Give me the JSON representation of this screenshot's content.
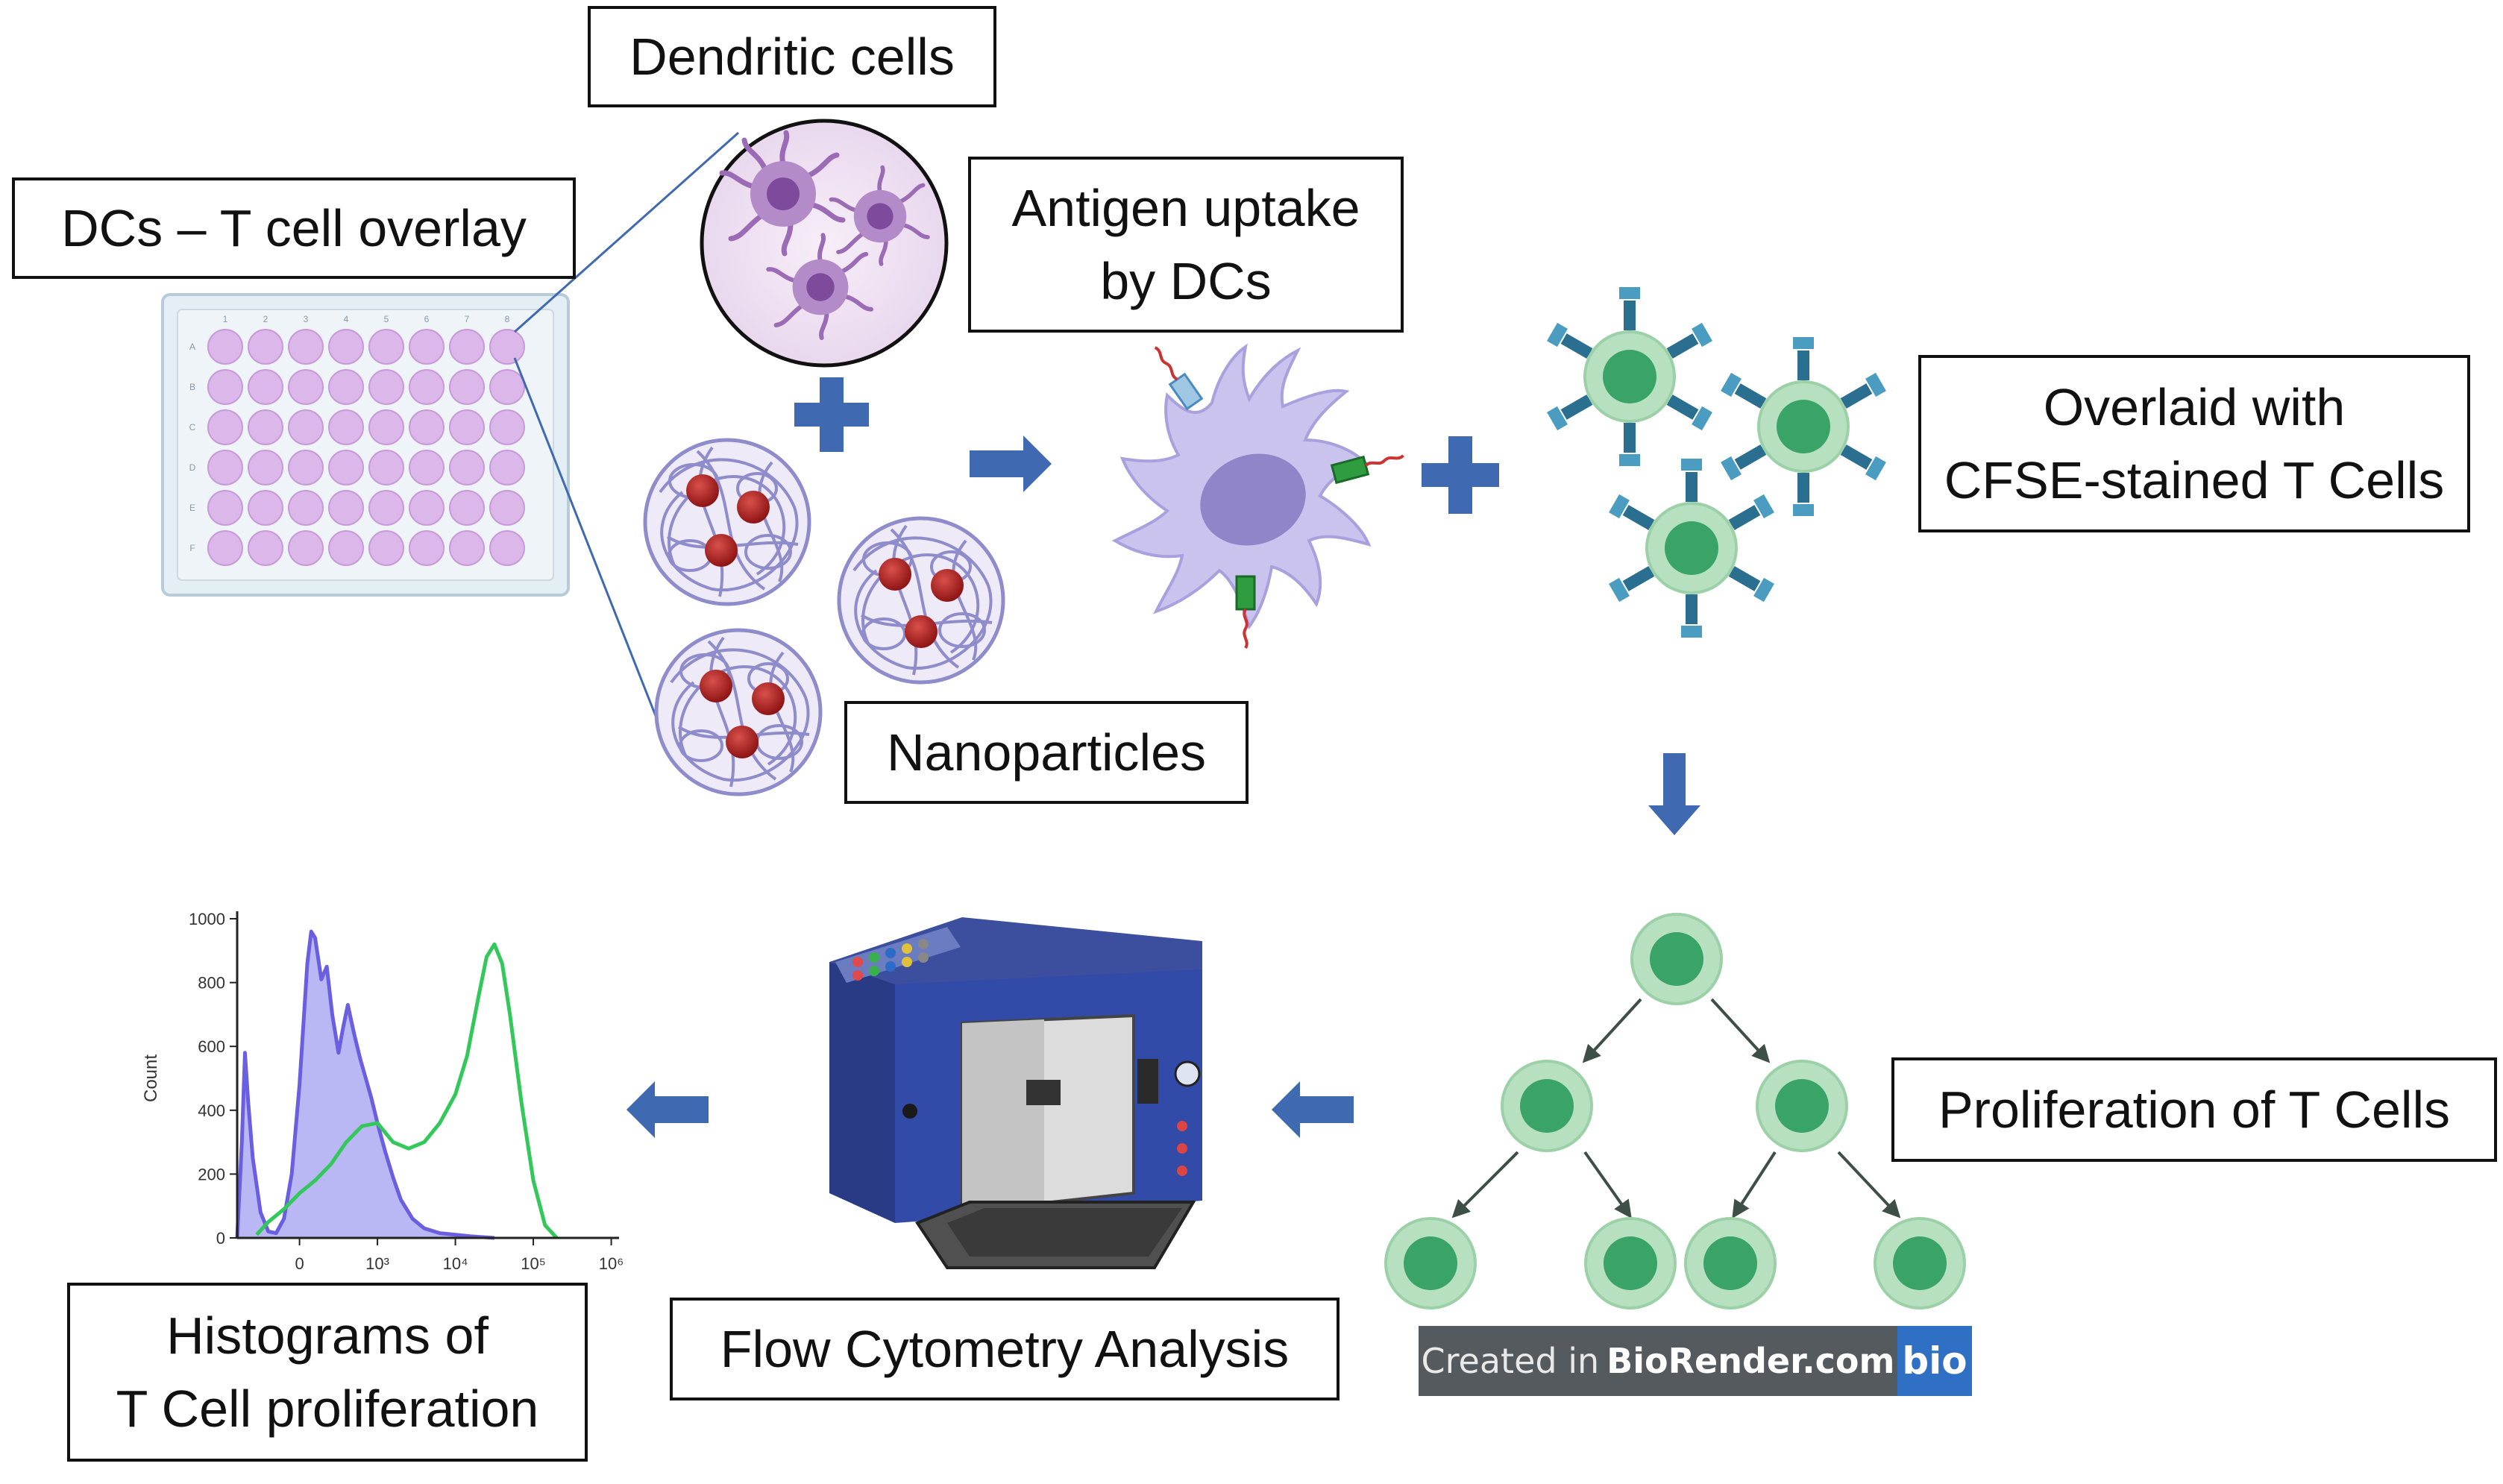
{
  "labels": {
    "dendritic_cells": "Dendritic cells",
    "dcs_overlay": "DCs – T cell overlay",
    "antigen_uptake": [
      "Antigen uptake",
      "by DCs"
    ],
    "overlaid": [
      "Overlaid with",
      "CFSE-stained T Cells"
    ],
    "nanoparticles": "Nanoparticles",
    "proliferation": "Proliferation of T Cells",
    "flow_cytometry": "Flow Cytometry Analysis",
    "histograms": [
      "Histograms of",
      "T Cell proliferation"
    ]
  },
  "plate": {
    "column_labels": [
      "1",
      "2",
      "3",
      "4",
      "5",
      "6",
      "7",
      "8"
    ],
    "row_labels": [
      "A",
      "B",
      "C",
      "D",
      "E",
      "F"
    ]
  },
  "badge": {
    "prefix": "Created in",
    "brand": "BioRender.com",
    "logo": "bio"
  },
  "chart_data": {
    "type": "line",
    "ylabel": "Count",
    "xlabel": "",
    "ylim": [
      0,
      1000
    ],
    "y_ticks": [
      "0",
      "200",
      "400",
      "600",
      "800",
      "1000"
    ],
    "x_ticks": [
      "0",
      "10³",
      "10⁴",
      "10⁵",
      "10⁶"
    ],
    "x_tick_positions": [
      0,
      1,
      2,
      3,
      4
    ],
    "xlim": [
      -0.8,
      4.1
    ],
    "series": [
      {
        "color": "#6a5fe0",
        "fill": "#b9b8f4",
        "x": [
          -0.8,
          -0.74,
          -0.7,
          -0.66,
          -0.6,
          -0.5,
          -0.4,
          -0.3,
          -0.2,
          -0.1,
          0.0,
          0.1,
          0.15,
          0.2,
          0.28,
          0.35,
          0.42,
          0.5,
          0.56,
          0.62,
          0.7,
          0.78,
          0.85,
          0.92,
          1.0,
          1.1,
          1.2,
          1.3,
          1.45,
          1.6,
          1.8,
          2.0,
          2.2,
          2.5
        ],
        "values": [
          0,
          300,
          580,
          430,
          250,
          80,
          20,
          15,
          60,
          200,
          480,
          860,
          960,
          940,
          810,
          850,
          700,
          580,
          660,
          730,
          640,
          560,
          500,
          440,
          360,
          270,
          190,
          120,
          60,
          30,
          15,
          10,
          5,
          0
        ]
      },
      {
        "color": "#33c85a",
        "fill": "none",
        "x": [
          -0.55,
          -0.4,
          -0.2,
          0.0,
          0.2,
          0.4,
          0.6,
          0.8,
          1.0,
          1.2,
          1.4,
          1.6,
          1.8,
          2.0,
          2.15,
          2.3,
          2.4,
          2.5,
          2.6,
          2.7,
          2.85,
          3.0,
          3.15,
          3.3
        ],
        "values": [
          10,
          50,
          90,
          140,
          180,
          230,
          300,
          350,
          360,
          300,
          280,
          300,
          360,
          450,
          570,
          760,
          880,
          920,
          860,
          700,
          420,
          180,
          40,
          0
        ]
      }
    ]
  }
}
